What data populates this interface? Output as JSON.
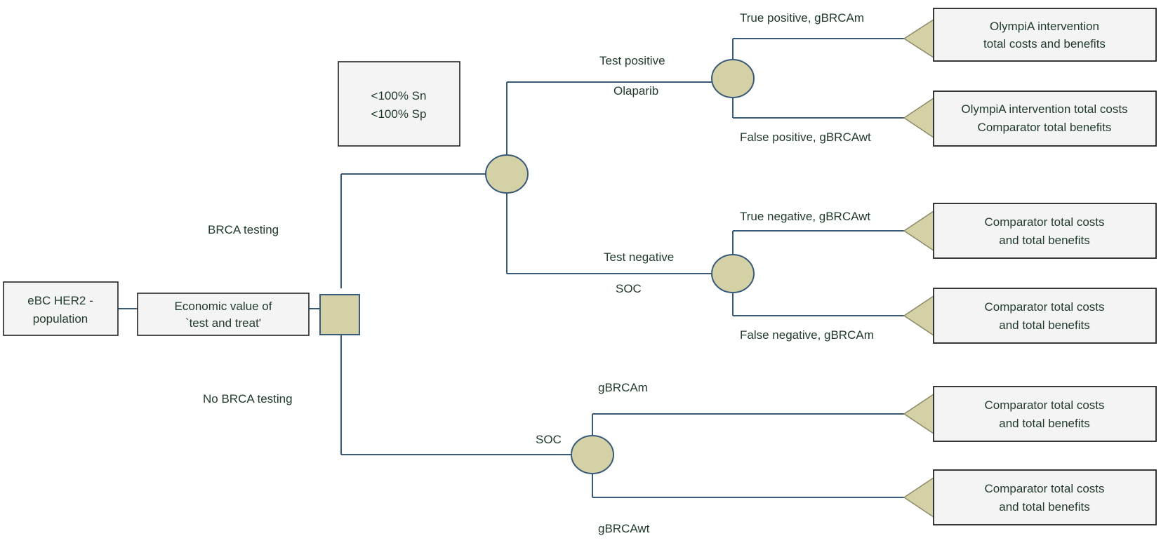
{
  "colors": {
    "node_fill": "#d4d1a6",
    "line": "#3a5a7a",
    "text": "#1f3a2a"
  },
  "population_box": [
    "eBC HER2 -",
    "population"
  ],
  "question_box": [
    "Economic value of",
    "`test and treat'"
  ],
  "accuracy_box": [
    "<100% Sn",
    "<100% Sp"
  ],
  "branches": {
    "brca_testing": "BRCA testing",
    "no_brca_testing": "No BRCA testing",
    "test_positive": "Test positive",
    "olaparib": "Olaparib",
    "test_negative": "Test negative",
    "soc_test": "SOC",
    "soc_no_test": "SOC",
    "true_positive": "True positive, gBRCAm",
    "false_positive": "False positive, gBRCAwt",
    "true_negative": "True negative, gBRCAwt",
    "false_negative": "False negative, gBRCAm",
    "gbrcam": "gBRCAm",
    "gbrcawt": "gBRCAwt"
  },
  "outcomes": [
    [
      "OlympiA intervention",
      "total costs and benefits"
    ],
    [
      "OlympiA intervention total costs",
      "Comparator total benefits"
    ],
    [
      "Comparator total costs",
      "and total benefits"
    ],
    [
      "Comparator total costs",
      "and total benefits"
    ],
    [
      "Comparator total costs",
      "and total benefits"
    ],
    [
      "Comparator total costs",
      "and total benefits"
    ]
  ]
}
